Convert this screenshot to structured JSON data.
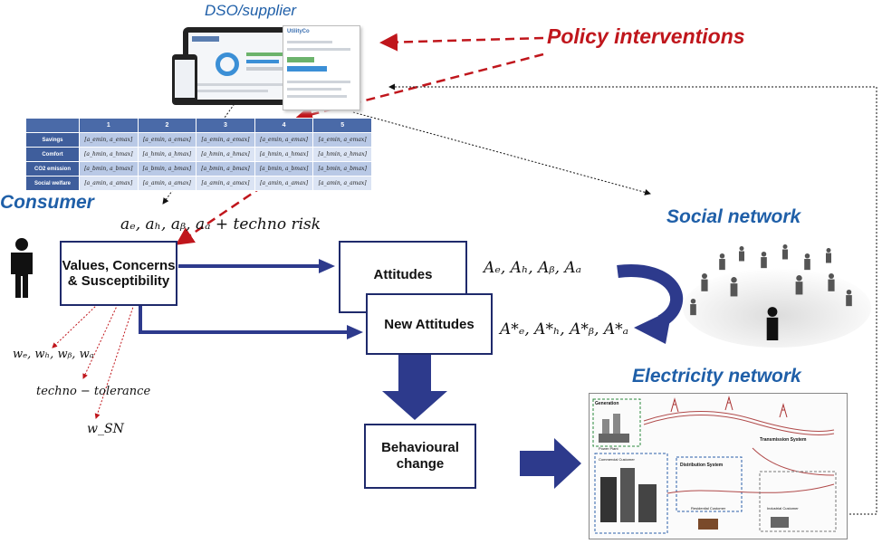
{
  "labels": {
    "dso": "DSO/supplier",
    "policy": "Policy interventions",
    "consumer": "Consumer",
    "social": "Social network",
    "electricity": "Electricity network"
  },
  "app_mock": {
    "brand": "UtilityCo"
  },
  "matrix": {
    "columns": [
      "",
      "1",
      "2",
      "3",
      "4",
      "5"
    ],
    "rows": [
      {
        "label": "Savings",
        "cells": [
          "[a_emin, a_emax]",
          "[a_emin, a_emax]",
          "[a_emin, a_emax]",
          "[a_emin, a_emax]",
          "[a_emin, a_emax]"
        ]
      },
      {
        "label": "Comfort",
        "cells": [
          "[a_hmin, a_hmax]",
          "[a_hmin, a_hmax]",
          "[a_hmin, a_hmax]",
          "[a_hmin, a_hmax]",
          "[a_hmin, a_hmax]"
        ]
      },
      {
        "label": "CO2 emission",
        "cells": [
          "[a_bmin, a_bmax]",
          "[a_bmin, a_bmax]",
          "[a_bmin, a_bmax]",
          "[a_bmin, a_bmax]",
          "[a_bmin, a_bmax]"
        ]
      },
      {
        "label": "Social welfare",
        "cells": [
          "[a_amin, a_amax]",
          "[a_amin, a_amax]",
          "[a_amin, a_amax]",
          "[a_amin, a_amax]",
          "[a_amin, a_amax]"
        ]
      }
    ]
  },
  "boxes": {
    "values": "Values, Concerns & Susceptibility",
    "attitudes": "Attitudes",
    "new_attitudes": "New Attitudes",
    "behaviour": "Behavioural change"
  },
  "formulas": {
    "a_params": "aₑ, aₕ, aᵦ, aₐ + techno risk",
    "A_params": "Aₑ, Aₕ, Aᵦ, Aₐ",
    "A_star": "A*ₑ, A*ₕ, A*ᵦ, A*ₐ",
    "weights": "wₑ, wₕ, wᵦ, wₐ",
    "tolerance": "techno − tolerance",
    "wsn": "w_SN"
  },
  "grid_diagram": {
    "labels": [
      "Generation",
      "Power Plant",
      "Transmission System",
      "Distribution System",
      "Residential Customer",
      "Commercial Customer",
      "Industrial Customer"
    ]
  }
}
